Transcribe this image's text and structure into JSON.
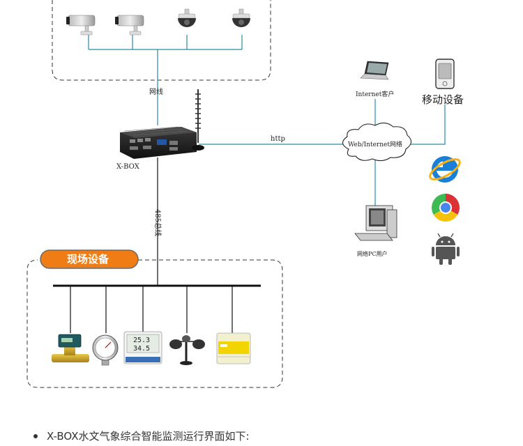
{
  "labels": {
    "wire_link": "网线",
    "xbox": "X-BOX",
    "http": "http",
    "cloud": "Web/Internet网络",
    "internet_client": "Internet客户",
    "mobile_device": "移动设备",
    "pc_user": "网络PC用户",
    "bus_485": "485总线",
    "field_devices": "现场设备"
  },
  "colors": {
    "link_line": "#2a8aa5",
    "field_badge": "#f07c16",
    "dash_border": "#333333"
  },
  "icons": {
    "camera": "bullet-camera-icon",
    "dome": "dome-camera-icon",
    "laptop": "laptop-icon",
    "phone": "mobile-phone-icon",
    "ie": "internet-explorer-icon",
    "chrome": "chrome-icon",
    "android": "android-icon",
    "pc": "desktop-pc-icon"
  },
  "sensor_display": {
    "top": "25.3",
    "bottom": "34.5"
  },
  "footer": {
    "bullet_text": "X-BOX水文气象综合智能监测运行界面如下:"
  }
}
